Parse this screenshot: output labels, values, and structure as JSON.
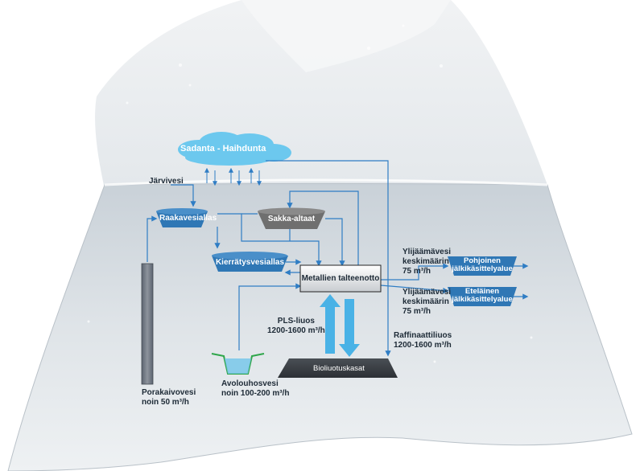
{
  "labels": {
    "cloud": "Sadanta - Haihdunta",
    "jarvivesi": "Järvivesi",
    "raakavesiallas": "Raakavesiallas",
    "sakka_altaat": "Sakka-altaat",
    "kierratysvesiallas": "Kierrätysvesiallas",
    "metallien_talteenotto": "Metallien talteenotto",
    "bioliuotuskasat": "Bioliuotuskasat",
    "porakaivovesi": [
      "Porakaivovesi",
      "noin 50 m³/h"
    ],
    "avolouhosvesi": [
      "Avolouhosvesi",
      "noin 100-200 m³/h"
    ],
    "pls_liuos": [
      "PLS-liuos",
      "1200-1600 m³/h"
    ],
    "raffinaattiliuos": [
      "Raffinaattiliuos",
      "1200-1600 m³/h"
    ],
    "ylijaamavesi_1": [
      "Ylijäämävesi",
      "keskimäärin",
      "75 m³/h"
    ],
    "ylijaamavesi_2": [
      "Ylijäämävesi",
      "keskimäärin",
      "75 m³/h"
    ],
    "pohjoinen": [
      "Pohjoinen",
      "jälkikäsittelyalue"
    ],
    "etelainen": [
      "Eteläinen",
      "jälkikäsittelyalue"
    ]
  },
  "colors": {
    "basin_blue": "#2f77b5",
    "basin_gray": "#6f6f6f",
    "flow_line": "#2f7dc4",
    "thick_arrow": "#49b2e6",
    "box_border": "#222222",
    "cloud": "#6cc8ee"
  }
}
